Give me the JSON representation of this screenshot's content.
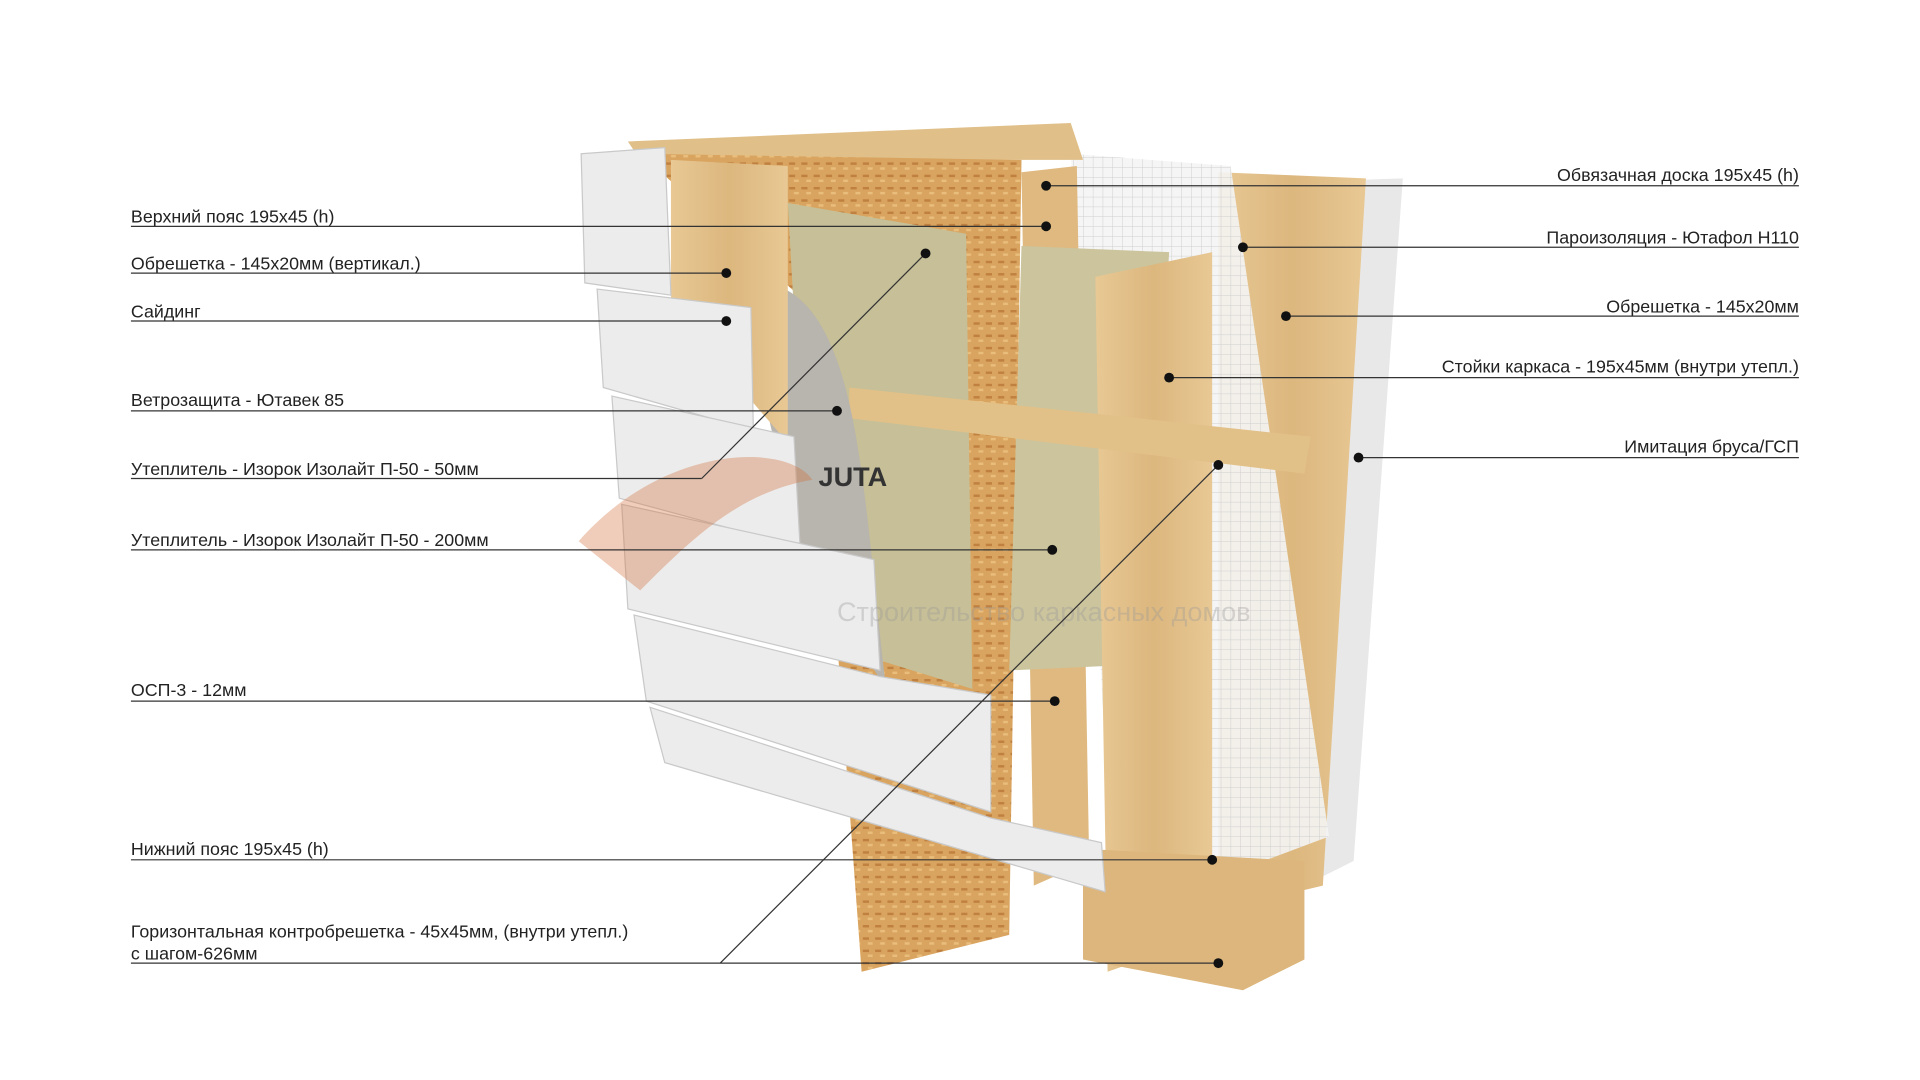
{
  "left_labels": [
    "Верхний пояс 195х45 (h)",
    "Обрешетка -  145х20мм (вертикал.)",
    "Сайдинг",
    "Ветрозащита - Ютавек 85",
    "Утеплитель - Изорок Изолайт П-50 - 50мм",
    "Утеплитель - Изорок Изолайт П-50 - 200мм",
    "ОСП-3 - 12мм",
    "Нижний пояс 195х45 (h)",
    "Горизонтальная контробрешетка - 45х45мм, (внутри утепл.)",
    "с шагом-626мм"
  ],
  "right_labels": [
    "Обвязачная доска 195х45 (h)",
    "Пароизоляция - Ютафол Н110",
    "Обрешетка -  145х20мм",
    "Стойки каркаса  -  195х45мм (внутри утепл.)",
    "Имитация бруса/ГСП"
  ],
  "membrane_print": "JUTA",
  "watermark": {
    "subtitle": "Строительство каркасных домов"
  },
  "colors": {
    "wood": "#e3c08a",
    "osb": "#d9a45f",
    "wool": "#c9c29a",
    "siding": "#eeeeee",
    "mesh": "#f2f2f2"
  }
}
